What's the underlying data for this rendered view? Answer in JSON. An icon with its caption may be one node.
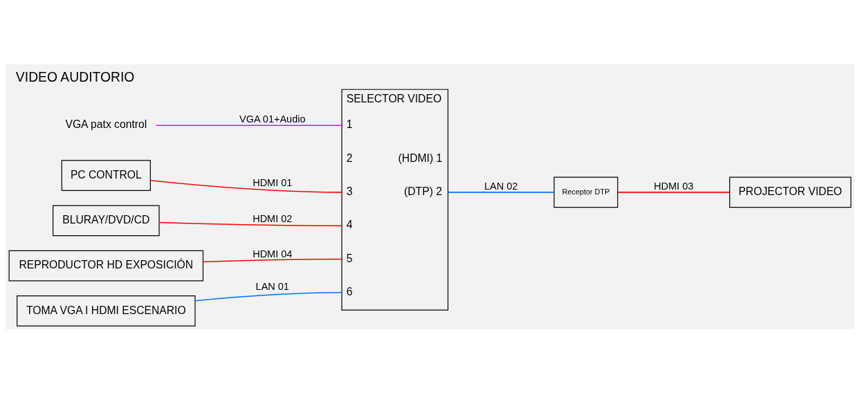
{
  "diagram": {
    "title": "VIDEO AUDITORIO",
    "nodes": [
      {
        "text": [
          "VGA patx control"
        ]
      },
      {
        "text": [
          "PC CONTROL"
        ]
      },
      {
        "text": [
          "BLURAY/DVD/CD"
        ]
      },
      {
        "text": [
          "REPRODUCTOR HD EXPOSICIÓN"
        ]
      },
      {
        "text": [
          "TOMA VGA I HDMI ESCENARIO"
        ]
      },
      {
        "text": [
          "SELECTOR VIDEO",
          "1",
          "2",
          "3",
          "4",
          "5",
          "6",
          "(HDMI) 1",
          "(DTP) 2"
        ]
      },
      {
        "text": [
          "Receptor DTP"
        ]
      },
      {
        "text": [
          "PROJECTOR VIDEO"
        ]
      }
    ],
    "edges": [
      {
        "from": 0,
        "to": 5,
        "arrow": "none",
        "label": "VGA 01+Audio",
        "color": "#ff00ff"
      },
      {
        "from": 1,
        "to": 5,
        "arrow": "none",
        "label": "HDMI 01"
      },
      {
        "from": 2,
        "to": 5,
        "arrow": "none",
        "label": "HDMI 02"
      },
      {
        "from": 3,
        "to": 5,
        "arrow": "none",
        "label": "HDMI 04"
      },
      {
        "from": 4,
        "to": 5,
        "arrow": "none",
        "label": "LAN 01",
        "color": "#0070ff"
      },
      {
        "from": 5,
        "to": 6,
        "arrow": "none",
        "label": "LAN 02",
        "color": "#0070ff"
      },
      {
        "from": 6,
        "to": 7,
        "arrow": "none",
        "label": "HDMI 03"
      }
    ]
  }
}
